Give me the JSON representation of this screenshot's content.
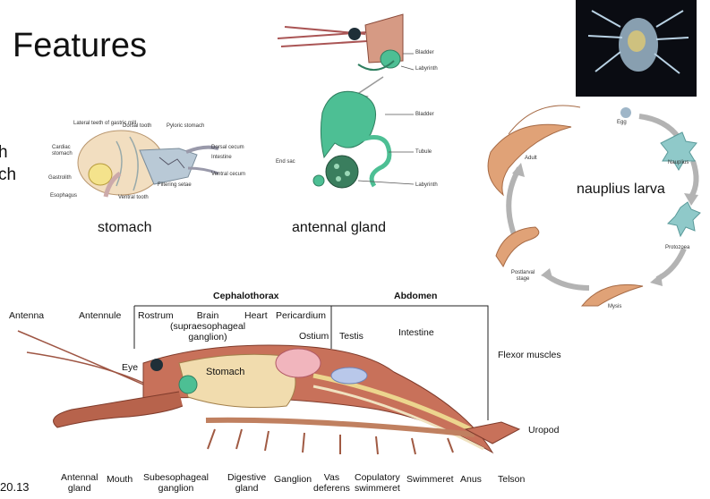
{
  "slide": {
    "title": "Features",
    "cut_text_1": "h",
    "cut_text_2": "ch",
    "figure_number": "20.13"
  },
  "stomach": {
    "caption": "stomach",
    "labels": {
      "lateral_teeth": "Lateral teeth of gastric mill",
      "dorsal_tooth": "Dorsal tooth",
      "pyloric_stomach": "Pyloric stomach",
      "cardiac_stomach": "Cardiac stomach",
      "dorsal_cecum": "Dorsal cecum",
      "intestine": "Intestine",
      "gastrolith": "Gastrolith",
      "ventral_cecum": "Ventral cecum",
      "filtering_setae": "Filtering setae",
      "esophagus": "Esophagus",
      "ventral_tooth": "Ventral tooth"
    }
  },
  "antennal_gland": {
    "caption": "antennal gland",
    "labels": {
      "bladder_top": "Bladder",
      "labyrinth_top": "Labyrinth",
      "bladder": "Bladder",
      "tubule": "Tubule",
      "end_sac": "End sac",
      "labyrinth": "Labyrinth"
    }
  },
  "life_cycle": {
    "caption": "nauplius larva",
    "stages": {
      "egg": "Egg",
      "nauplius": "Nauplius",
      "protozoea": "Protozoea",
      "mysis": "Mysis",
      "postlarval": "Postlarval stage",
      "adult": "Adult"
    }
  },
  "crayfish": {
    "regions": {
      "cephalothorax": "Cephalothorax",
      "abdomen": "Abdomen"
    },
    "labels": {
      "antenna": "Antenna",
      "antennule": "Antennule",
      "rostrum": "Rostrum",
      "brain": "Brain (supraesophageal ganglion)",
      "brain_line1": "Brain",
      "brain_line2": "(supraesophageal",
      "brain_line3": "ganglion)",
      "heart": "Heart",
      "pericardium": "Pericardium",
      "ostium": "Ostium",
      "testis": "Testis",
      "intestine": "Intestine",
      "flexor_muscles": "Flexor muscles",
      "eye": "Eye",
      "stomach": "Stomach",
      "uropod": "Uropod",
      "antennal_gland_1": "Antennal",
      "antennal_gland_2": "gland",
      "mouth": "Mouth",
      "subesophageal_1": "Subesophageal",
      "subesophageal_2": "ganglion",
      "digestive_gland_1": "Digestive",
      "digestive_gland_2": "gland",
      "ganglion": "Ganglion",
      "vas_deferens_1": "Vas",
      "vas_deferens_2": "deferens",
      "copulatory_1": "Copulatory",
      "copulatory_2": "swimmeret",
      "swimmeret": "Swimmeret",
      "anus": "Anus",
      "telson": "Telson"
    }
  },
  "colors": {
    "gland_green": "#4dbf94",
    "shell": "#c8715a",
    "stomach_fill": "#f1dcae",
    "arrow_gray": "#b3b3b3"
  }
}
